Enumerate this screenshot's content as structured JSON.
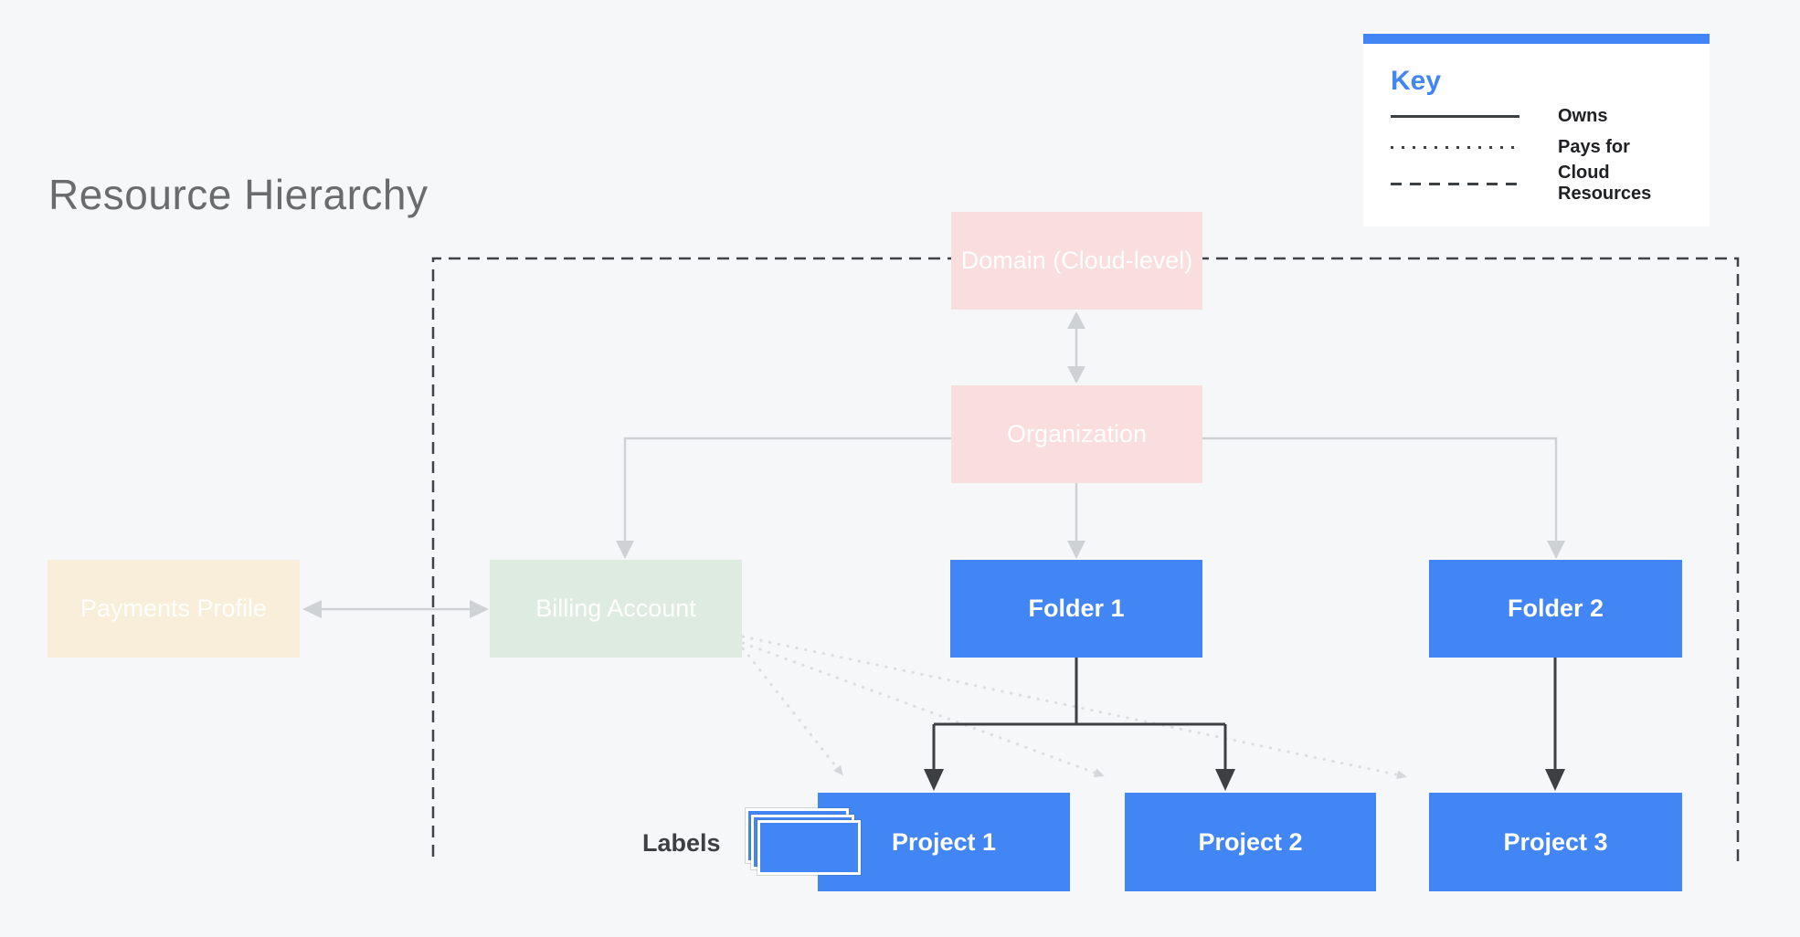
{
  "title": "Resource Hierarchy",
  "key": {
    "title": "Key",
    "items": [
      {
        "label": "Owns",
        "style": "solid"
      },
      {
        "label": "Pays for",
        "style": "dotted"
      },
      {
        "label": "Cloud Resources",
        "style": "dashed"
      }
    ]
  },
  "nodes": {
    "domain": "Domain (Cloud-level)",
    "organization": "Organization",
    "payments_profile": "Payments Profile",
    "billing_account": "Billing Account",
    "folder_1": "Folder 1",
    "folder_2": "Folder 2",
    "project_1": "Project 1",
    "project_2": "Project 2",
    "project_3": "Project 3"
  },
  "annotations": {
    "labels_caption": "Labels"
  },
  "colors": {
    "background": "#F5F7F8",
    "node_blue": "#4285F4",
    "node_pink": "#F9DEDD",
    "node_cream": "#F8EED9",
    "node_green": "#DEEBE0",
    "accent_blue": "#4285F4",
    "line_dark": "#3C4043",
    "line_gray": "#CFD2D4",
    "line_dotted_gray": "#DBDDDF",
    "title_gray": "#6B6B6B"
  }
}
